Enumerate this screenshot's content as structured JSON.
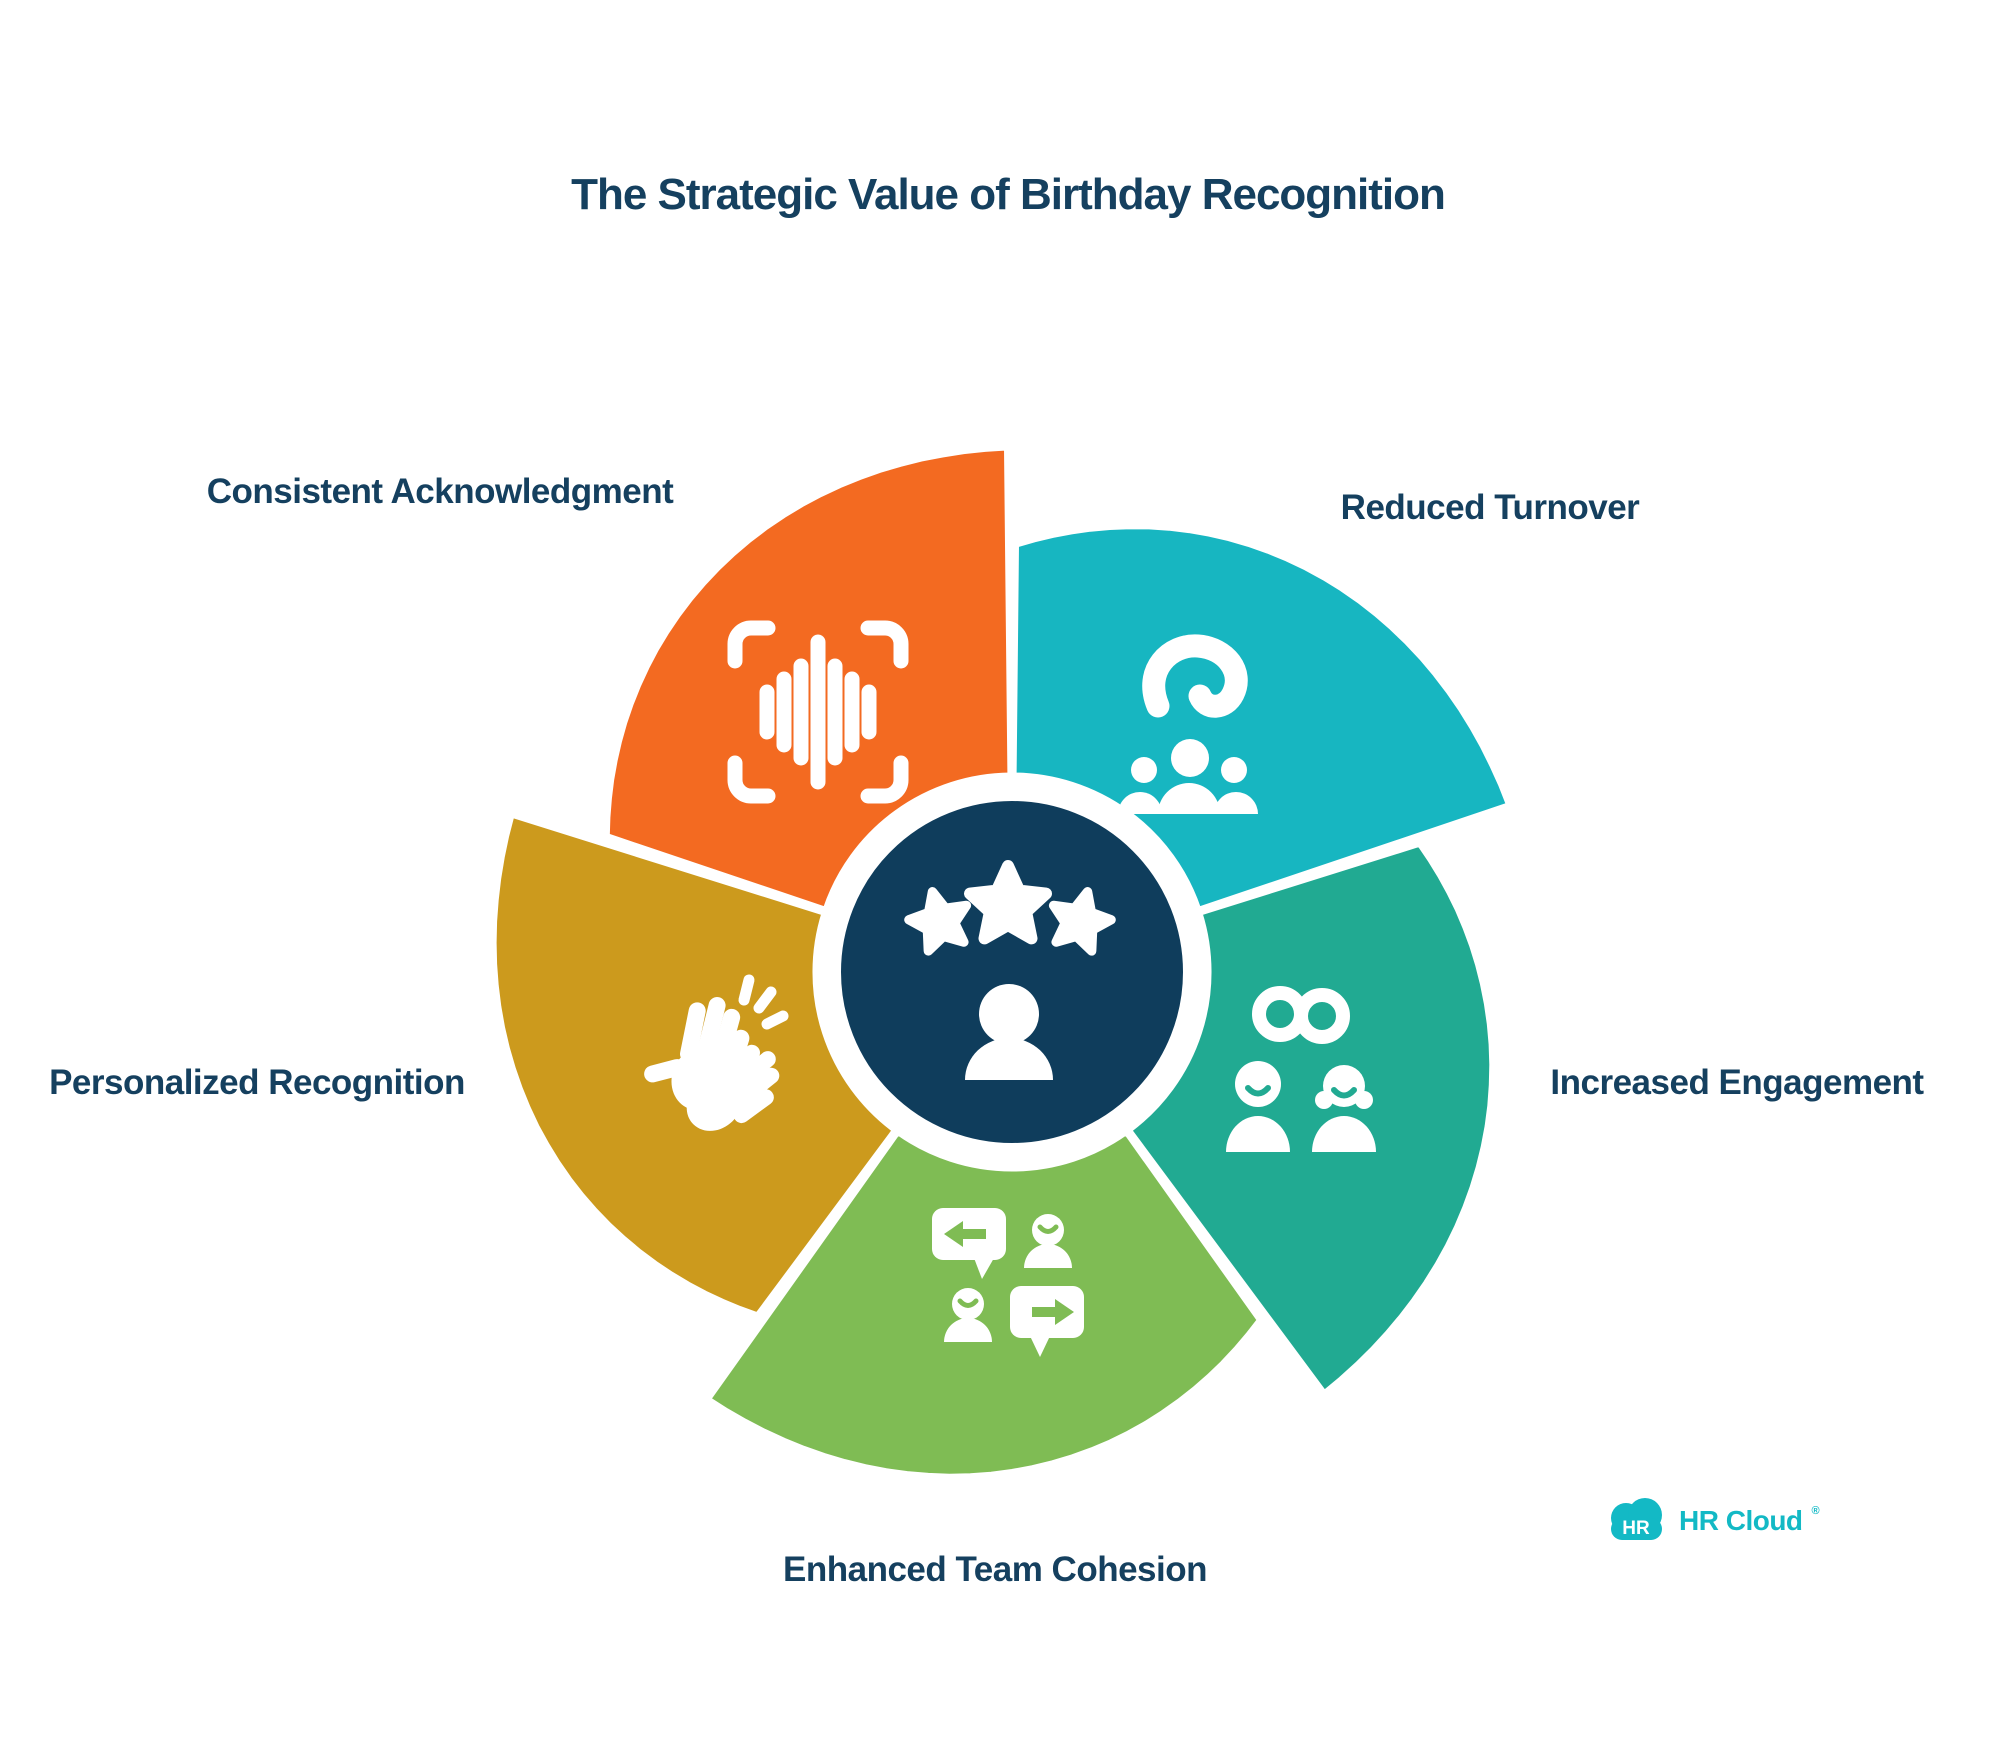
{
  "title": "The Strategic Value of Birthday Recognition",
  "text_color": "#15405F",
  "diagram": {
    "type": "pinwheel-cycle",
    "center_color": "#0F3D5C",
    "center_icon": "three-stars-person",
    "segments": [
      {
        "id": "consistent-acknowledgment",
        "label": "Consistent Acknowledgment",
        "color": "#F36A21",
        "icon": "voice-scan-icon"
      },
      {
        "id": "reduced-turnover",
        "label": "Reduced Turnover",
        "color": "#17B6C1",
        "icon": "hand-picking-person-icon"
      },
      {
        "id": "increased-engagement",
        "label": "Increased Engagement",
        "color": "#21AA92",
        "icon": "linked-people-icon"
      },
      {
        "id": "enhanced-team-cohesion",
        "label": "Enhanced Team Cohesion",
        "color": "#7FBC54",
        "icon": "team-chat-icon"
      },
      {
        "id": "personalized-recognition",
        "label": "Personalized Recognition",
        "color": "#CC9A1D",
        "icon": "clapping-hands-icon"
      }
    ]
  },
  "logo": {
    "badge": "HR",
    "text": "HR Cloud",
    "mark": "®",
    "color": "#13B9C5"
  }
}
